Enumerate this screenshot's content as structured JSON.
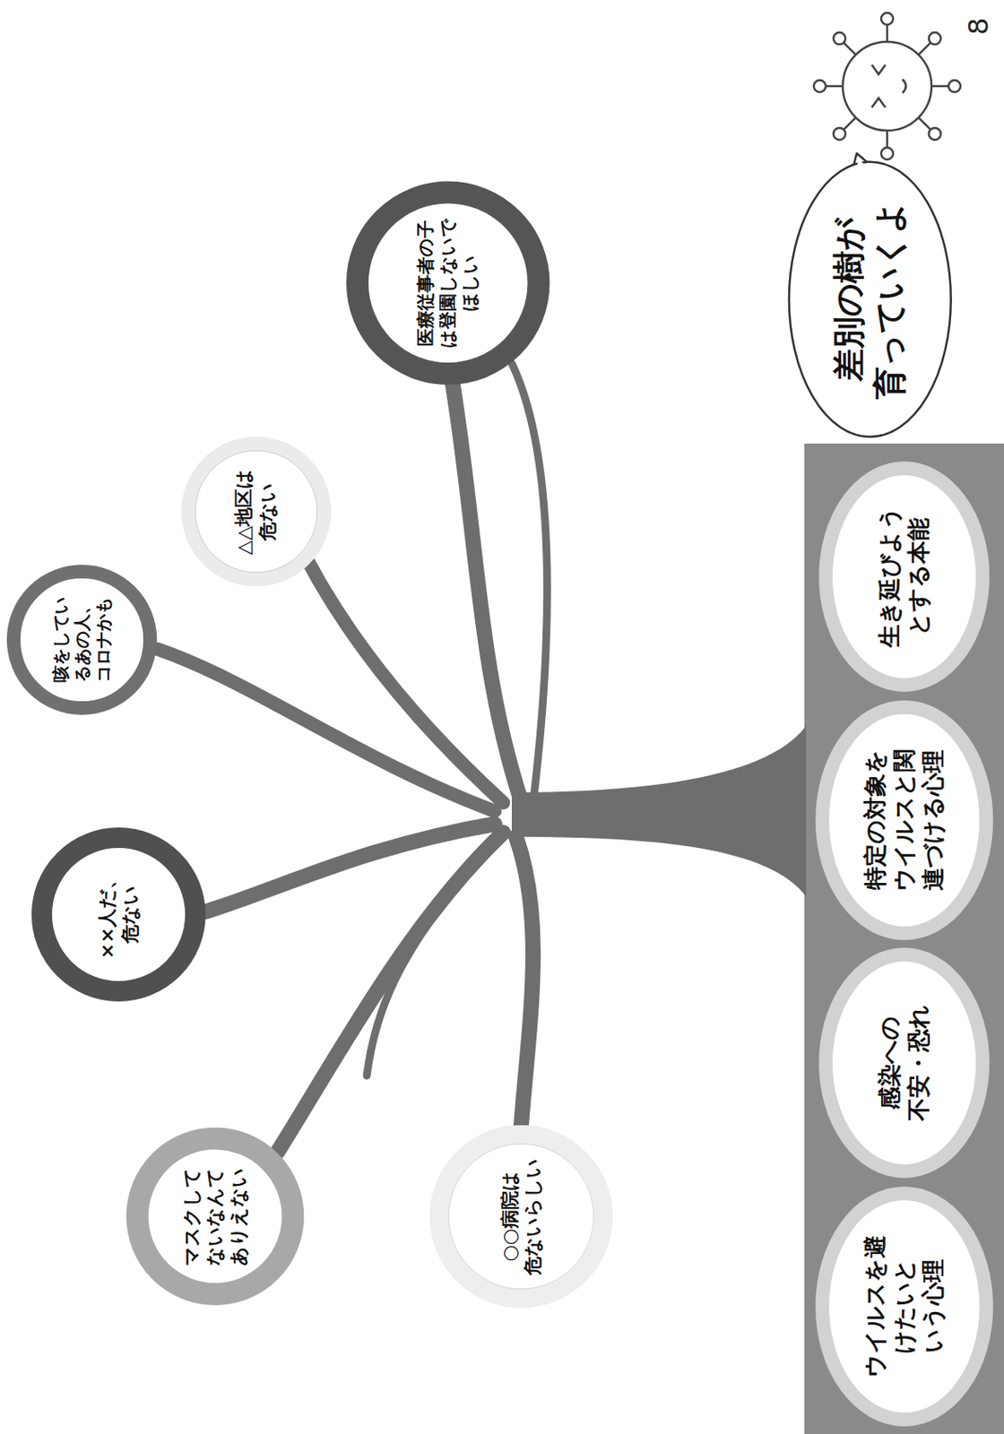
{
  "diagram": {
    "nodes": [
      {
        "text": [
          "咳をしてい るあの人、 コロナかも"
        ]
      },
      {
        "text": [
          "××人だ、 危ない"
        ]
      },
      {
        "text": [
          "マスクして ないなんて ありえない"
        ]
      },
      {
        "text": [
          "△△地区は 危ない"
        ]
      },
      {
        "text": [
          "医療従事者の子 は登園しないで ほしい"
        ]
      },
      {
        "text": [
          "○○病院は 危ないらしい"
        ]
      },
      {
        "text": [
          "差別の樹が 育っていくよ"
        ]
      },
      {
        "text": [
          "ウイルスを避 けたいと いう心理"
        ]
      },
      {
        "text": [
          "感染への 不安・恐れ"
        ]
      },
      {
        "text": [
          "特定の対象を ウイルスと関 連づける心理"
        ]
      },
      {
        "text": [
          "生き延びよう とする本能"
        ]
      }
    ],
    "labels": [
      "8"
    ]
  }
}
